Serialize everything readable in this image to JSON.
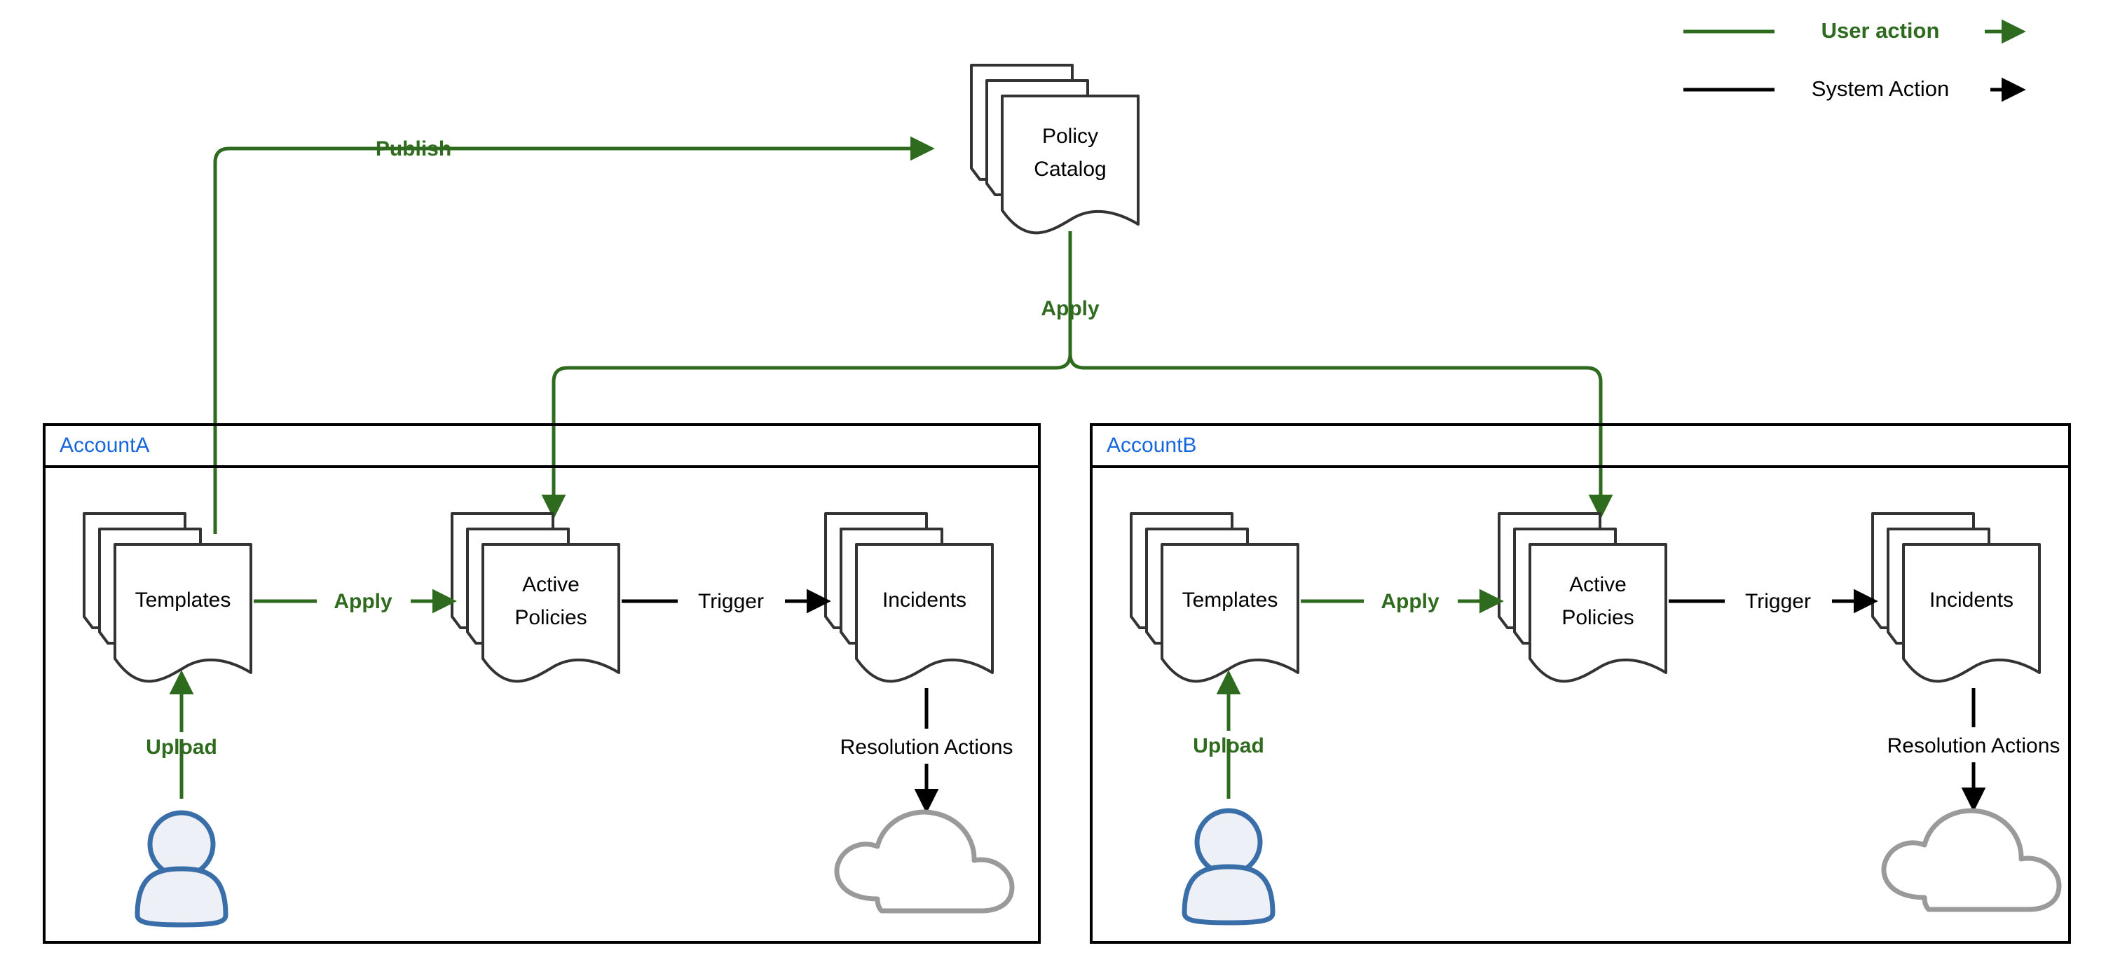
{
  "legend": {
    "user_action_label": "User action",
    "system_action_label": "System Action",
    "user_color": "#2F6B1E",
    "system_color": "#000000"
  },
  "central": {
    "policy_catalog": {
      "line1": "Policy",
      "line2": "Catalog"
    }
  },
  "edges": {
    "publish": "Publish",
    "apply_central": "Apply"
  },
  "accounts": [
    {
      "title": "AccountA",
      "title_color": "#1565DD",
      "nodes": {
        "templates": "Templates",
        "active_policies_line1": "Active",
        "active_policies_line2": "Policies",
        "incidents": "Incidents"
      },
      "edges": {
        "upload": "Upload",
        "apply": "Apply",
        "trigger": "Trigger",
        "resolution_actions": "Resolution Actions"
      },
      "icons": {
        "actor": "user-avatar-icon",
        "cloud": "cloud-icon"
      }
    },
    {
      "title": "AccountB",
      "title_color": "#1565DD",
      "nodes": {
        "templates": "Templates",
        "active_policies_line1": "Active",
        "active_policies_line2": "Policies",
        "incidents": "Incidents"
      },
      "edges": {
        "upload": "Upload",
        "apply": "Apply",
        "trigger": "Trigger",
        "resolution_actions": "Resolution Actions"
      },
      "icons": {
        "actor": "user-avatar-icon",
        "cloud": "cloud-icon"
      }
    }
  ]
}
